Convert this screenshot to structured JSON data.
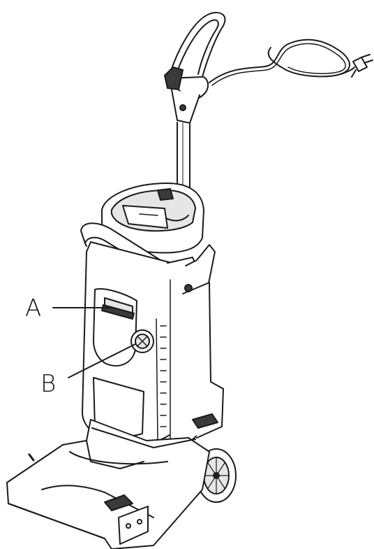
{
  "callouts": [
    {
      "id": "A",
      "label": "A",
      "part": "tank-latch"
    },
    {
      "id": "B",
      "label": "B",
      "part": "tank-knob"
    }
  ],
  "colors": {
    "stroke": "#1a1a1a",
    "fill": "#ffffff",
    "shade": "#e6e6e6",
    "dark": "#3a3a3a"
  }
}
